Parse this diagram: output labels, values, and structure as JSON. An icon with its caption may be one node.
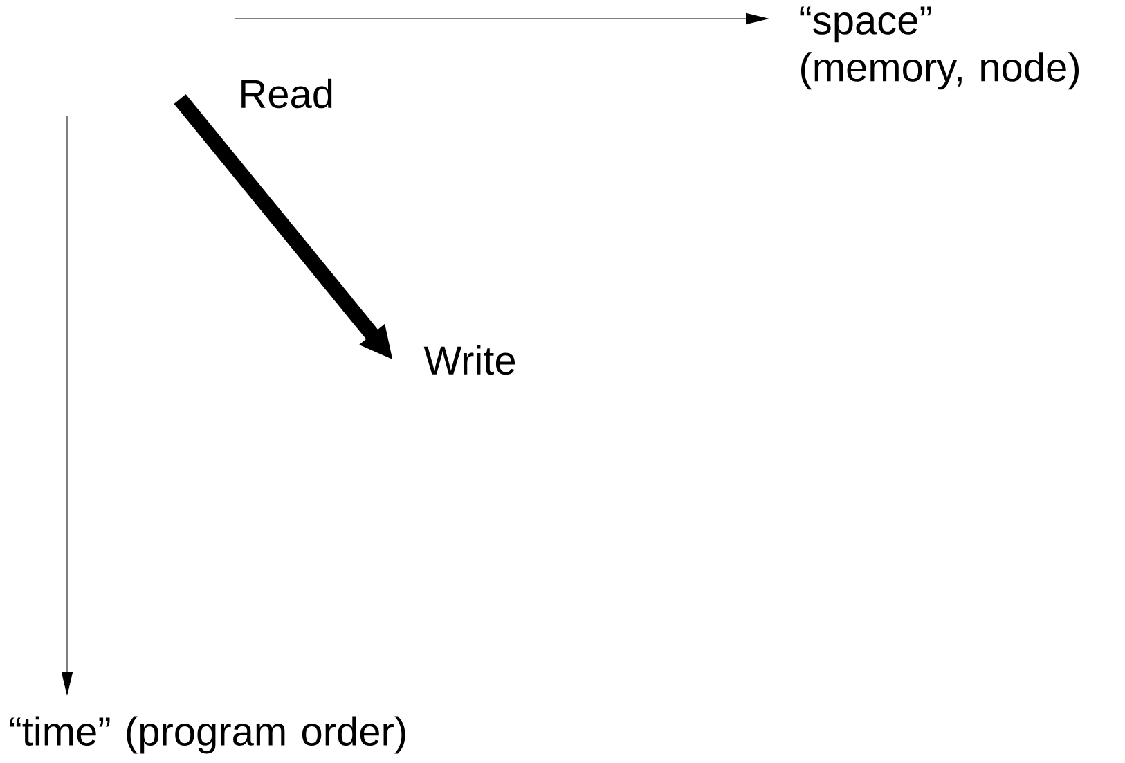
{
  "diagram": {
    "nodes": [
      {
        "text": [
          "Read"
        ]
      },
      {
        "text": [
          "Write"
        ]
      }
    ],
    "edges": [
      {
        "from": 0,
        "to": 1,
        "arrow": "to"
      }
    ],
    "labels": [
      "“space” (memory, node)",
      "“time” (program order)"
    ]
  }
}
